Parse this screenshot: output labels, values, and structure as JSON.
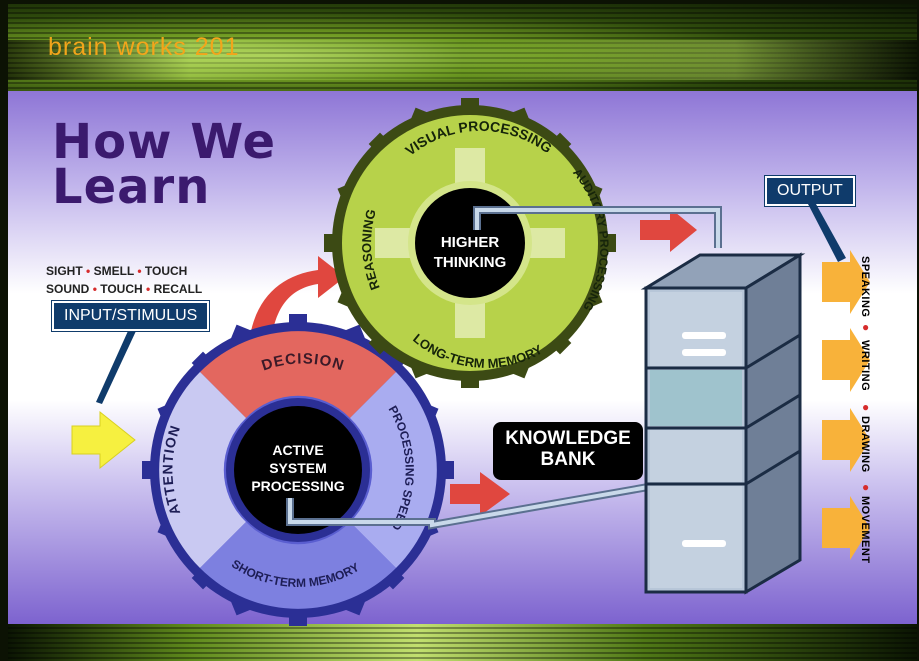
{
  "brand": "brain works 201",
  "title": [
    "How We",
    "Learn"
  ],
  "input": {
    "senses_row1": [
      "SIGHT",
      "SMELL",
      "TOUCH"
    ],
    "senses_row2": [
      "SOUND",
      "TOUCH",
      "RECALL"
    ],
    "label": "INPUT/STIMULUS"
  },
  "lower_gear": {
    "center": [
      "ACTIVE",
      "SYSTEM",
      "PROCESSING"
    ],
    "top": "DECISION",
    "left": "ATTENTION",
    "right": "PROCESSING SPEED",
    "bottom": "SHORT-TERM MEMORY"
  },
  "upper_gear": {
    "center": [
      "HIGHER",
      "THINKING"
    ],
    "top": "VISUAL PROCESSING",
    "left": "REASONING",
    "right": "AUDITORY PROCESSING",
    "bottom": "LONG-TERM MEMORY"
  },
  "knowledge_bank": [
    "KNOWLEDGE",
    "BANK"
  ],
  "output": {
    "label": "OUTPUT",
    "items": [
      "SPEAKING",
      "WRITING",
      "DRAWING",
      "MOVEMENT"
    ]
  },
  "colors": {
    "brand": "#f3a51b",
    "title": "#3b1a6e",
    "lower_gear": "#4a4fc4",
    "upper_gear": "#b7d24a",
    "decision": "#e3675f",
    "arrow_red": "#e0473f",
    "arrow_yellow": "#f6f040",
    "arrow_orange": "#f8b23a",
    "label_box": "#0f3b6b"
  }
}
